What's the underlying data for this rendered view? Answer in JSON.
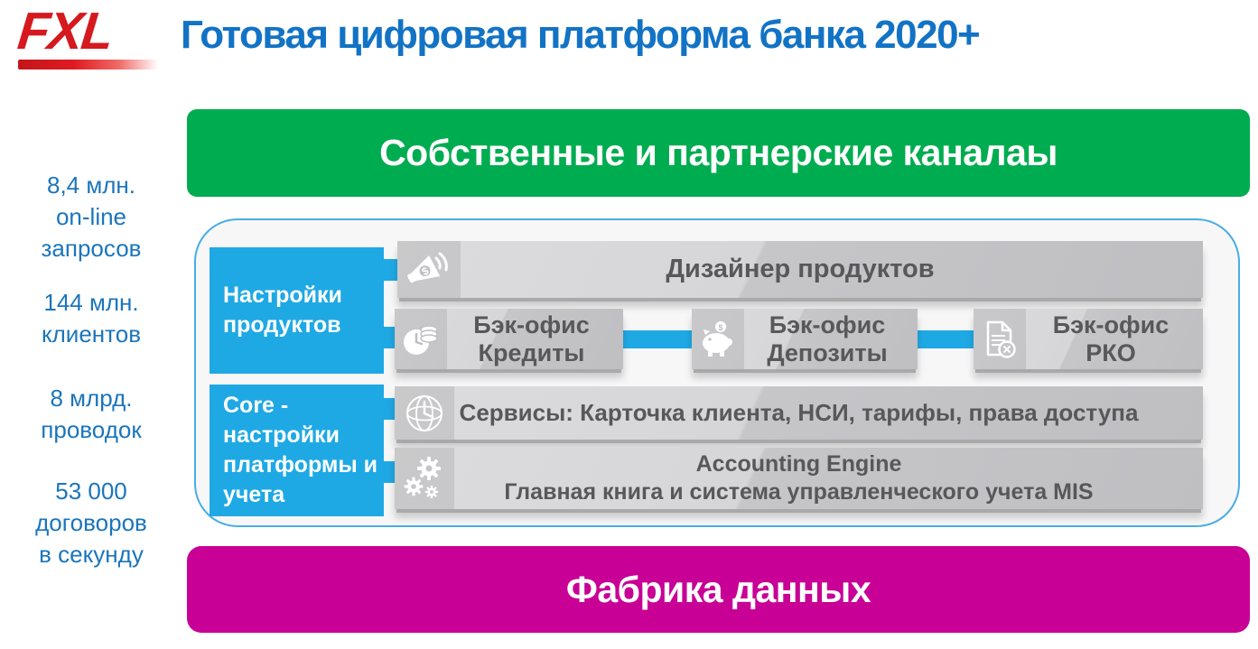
{
  "header": {
    "logo": "FXL",
    "title": "Готовая цифровая платформа банка 2020+"
  },
  "left_stats": [
    {
      "lines": [
        "8,4 млн.",
        "on-line",
        "запросов"
      ]
    },
    {
      "lines": [
        "144 млн.",
        "клиентов"
      ]
    },
    {
      "lines": [
        "8 млрд.",
        "проводок"
      ]
    },
    {
      "lines": [
        "53 000",
        "договоров",
        "в секунду"
      ]
    }
  ],
  "top_banner": {
    "label": "Собственные и партнерские каналаы"
  },
  "bottom_banner": {
    "label": "Фабрика данных"
  },
  "platform": {
    "product_group": {
      "label": "Настройки продуктов"
    },
    "core_group": {
      "label": "Core - настройки платформы и учета"
    },
    "designer_bar": {
      "label": "Дизайнер продуктов",
      "icon": "megaphone-dollar-icon"
    },
    "backoffice_boxes": [
      {
        "title": "Бэк-офис",
        "subtitle": "Кредиты",
        "icon": "coins-clock-icon"
      },
      {
        "title": "Бэк-офис",
        "subtitle": "Депозиты",
        "icon": "piggy-bank-icon"
      },
      {
        "title": "Бэк-офис",
        "subtitle": "РКО",
        "icon": "document-tools-icon"
      }
    ],
    "services_bar": {
      "label": "Сервисы: Карточка клиента, НСИ, тарифы, права доступа",
      "icon": "globe-icon"
    },
    "accounting_bar": {
      "title": "Accounting Engine",
      "subtitle": "Главная книга и система управленческого учета MIS",
      "icon": "gears-icon"
    }
  },
  "colors": {
    "title_blue": "#1273C5",
    "stats_blue": "#1B75BC",
    "banner_green": "#00AC50",
    "banner_magenta": "#C80096",
    "box_blue": "#1FA9E4",
    "logo_red": "#D6181F",
    "bar_gray": "#D2D2D4",
    "bar_text_gray": "#58585B",
    "container_border_blue": "#49ADE4"
  }
}
